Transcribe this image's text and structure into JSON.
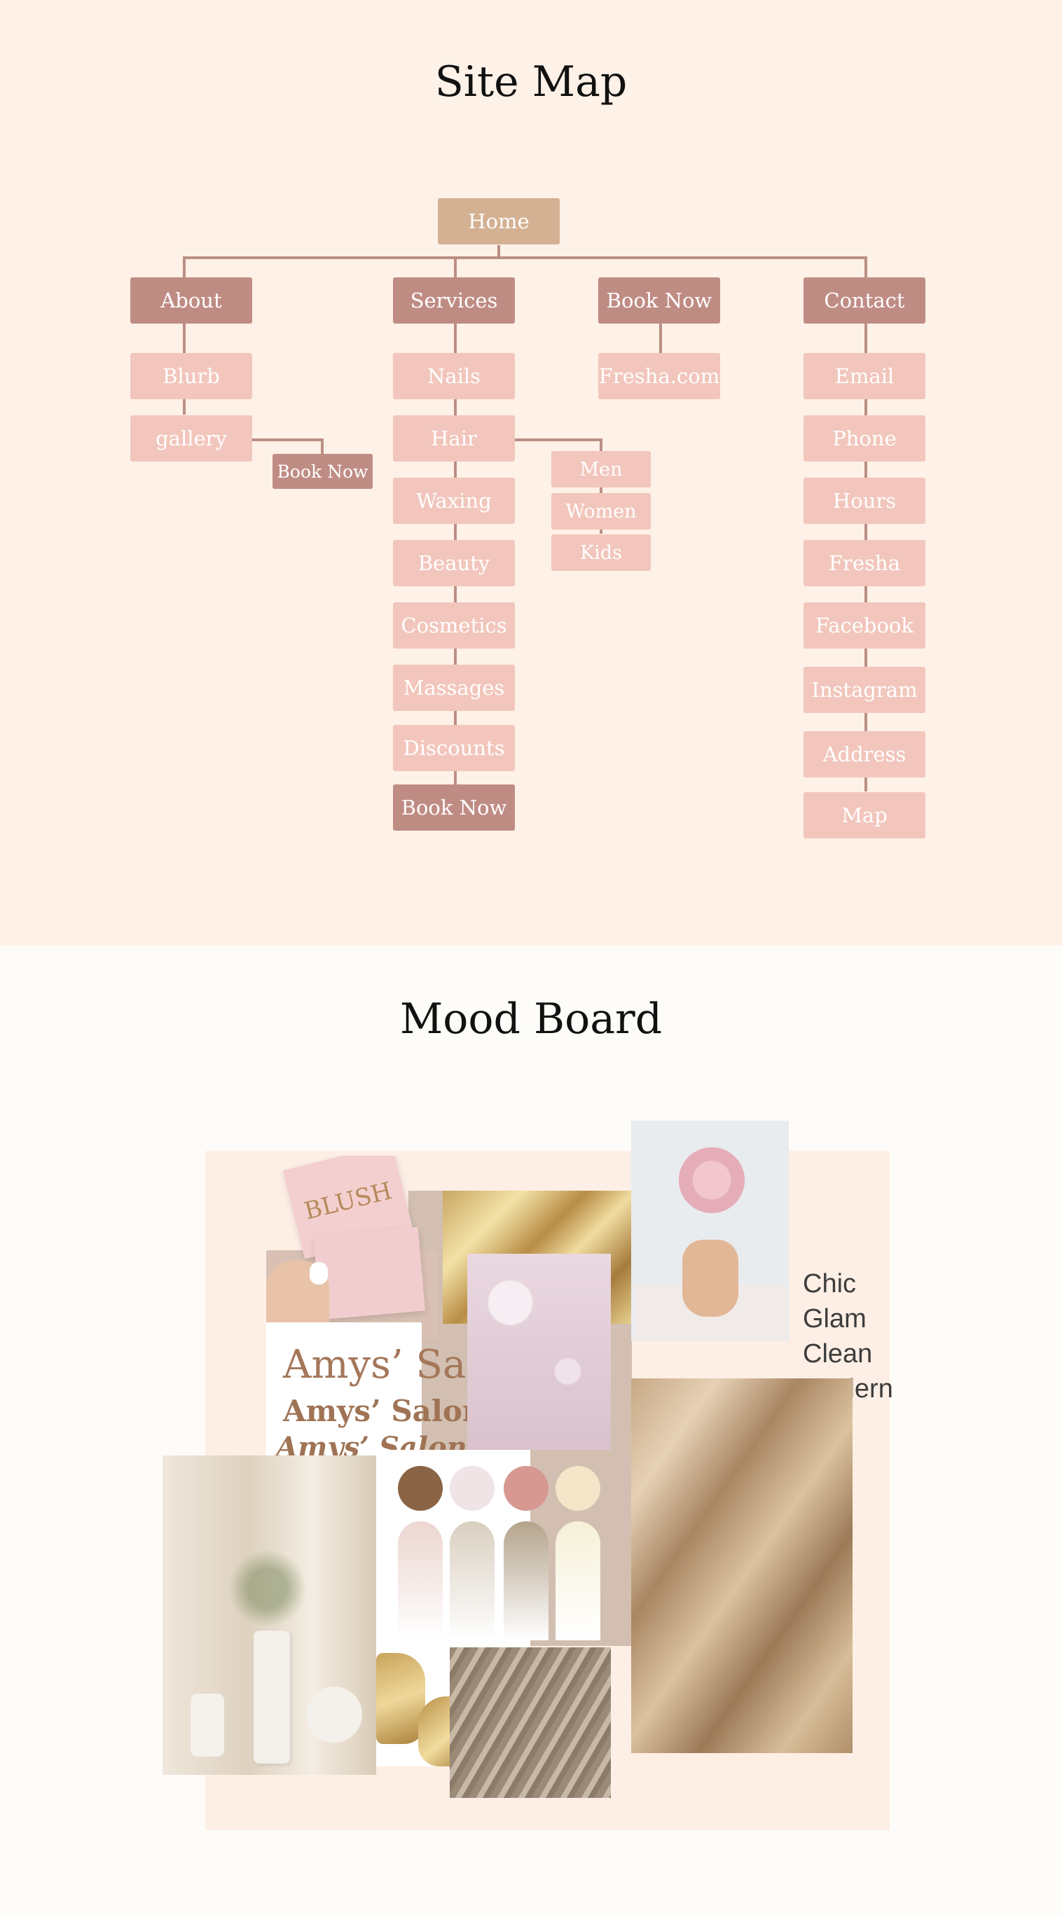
{
  "sitemap": {
    "title": "Site Map",
    "home": "Home",
    "about": {
      "label": "About",
      "items": [
        "Blurb",
        "gallery"
      ],
      "gallery_child": "Book Now"
    },
    "services": {
      "label": "Services",
      "items": [
        "Nails",
        "Hair",
        "Waxing",
        "Beauty",
        "Cosmetics",
        "Massages",
        "Discounts"
      ],
      "cta": "Book Now",
      "hair_children": [
        "Men",
        "Women",
        "Kids"
      ]
    },
    "book_now": {
      "label": "Book Now",
      "items": [
        "Fresha.com"
      ]
    },
    "contact": {
      "label": "Contact",
      "items": [
        "Email",
        "Phone",
        "Hours",
        "Fresha",
        "Facebook",
        "Instagram",
        "Address",
        "Map"
      ]
    },
    "colors": {
      "root": "#d3b192",
      "main": "#bf8c84",
      "sub": "#f2c6bc",
      "line": "#bb8f84"
    }
  },
  "moodboard": {
    "title": "Mood Board",
    "words": [
      "Chic",
      "Glam",
      "Clean",
      "Modern"
    ],
    "logo_samples": [
      "Amys’ Salon",
      "Amys’ Salon",
      "Amys’ Salon"
    ],
    "card_text": "BLUSH",
    "palette": [
      "#8a6444",
      "#efe4e6",
      "#d69891",
      "#f4e6c8"
    ],
    "gradients": [
      "#ecd6d0",
      "#d9cfc0",
      "#b4a48c",
      "#f6f1d8"
    ]
  }
}
